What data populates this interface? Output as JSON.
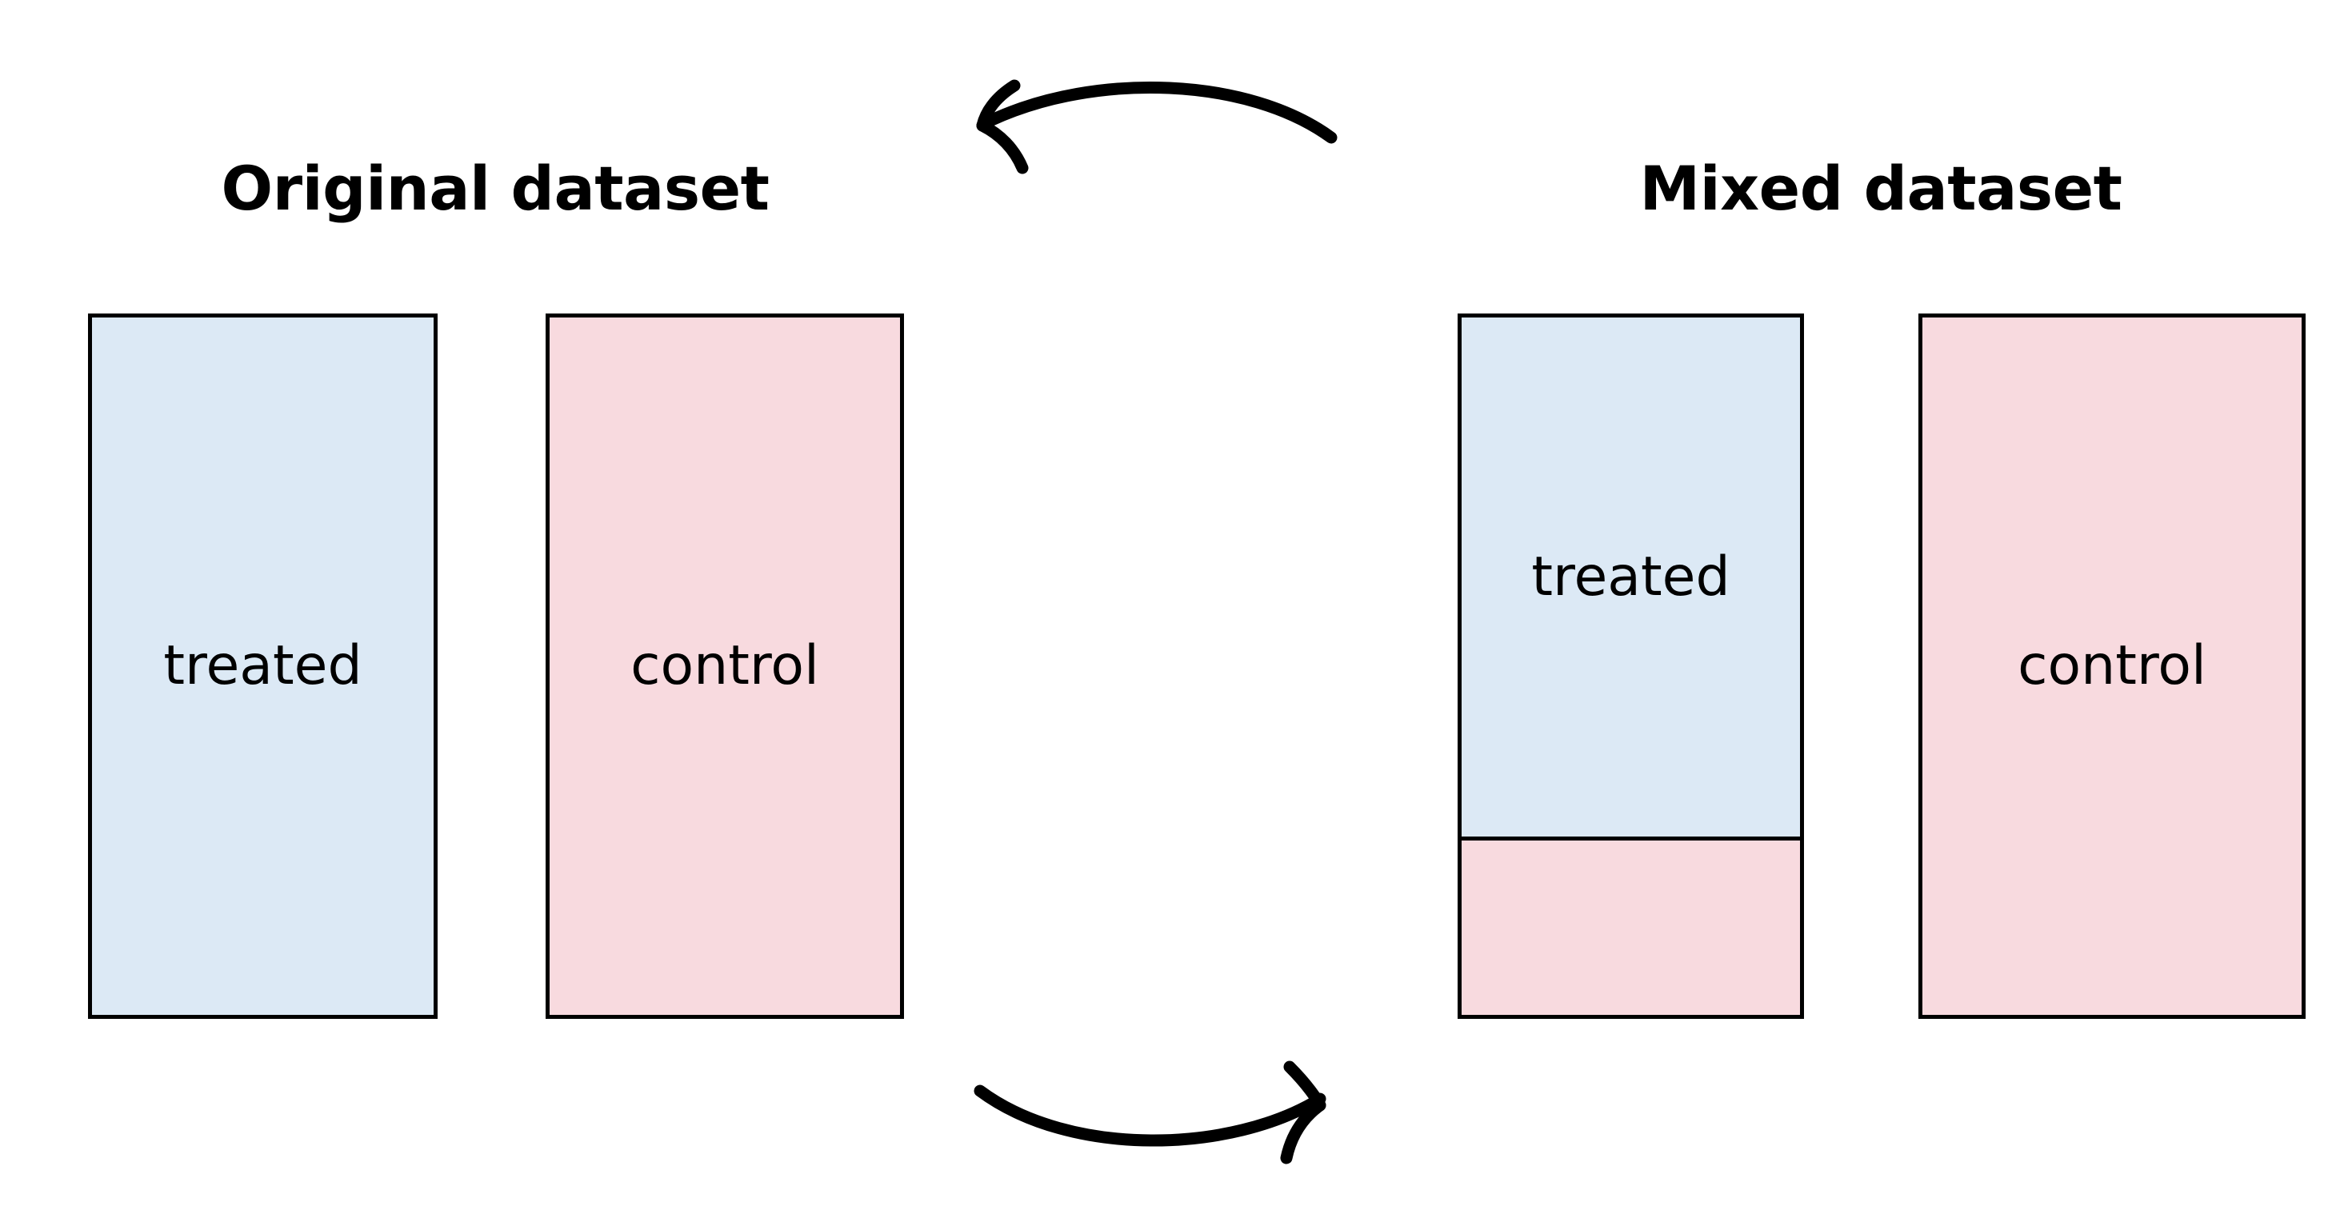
{
  "figure": {
    "kind": "dataset-mixing-diagram",
    "background_color": "#ffffff",
    "outline_color": "#000000"
  },
  "colors": {
    "treated_fill": "#dce9f5",
    "control_fill": "#f8dadf",
    "outline": "#000000",
    "text": "#000000"
  },
  "panels": {
    "original": {
      "title": "Original dataset",
      "boxes": [
        {
          "label": "treated",
          "group": "treated",
          "fill": "#dce9f5"
        },
        {
          "label": "control",
          "group": "control",
          "fill": "#f8dadf"
        }
      ]
    },
    "mixed": {
      "title": "Mixed dataset",
      "boxes": [
        {
          "label": "treated",
          "group": "treated",
          "fill": "#dce9f5",
          "contaminated_fill": "#f8dadf",
          "treated_fraction_pct": 75,
          "contaminated_fraction_pct": 25
        },
        {
          "label": "control",
          "group": "control",
          "fill": "#f8dadf"
        }
      ]
    }
  },
  "arrows": [
    {
      "name": "arrow-top-right-to-left",
      "direction": "right-to-left",
      "label": "",
      "head": "left"
    },
    {
      "name": "arrow-bottom-left-to-right",
      "direction": "left-to-right",
      "label": "",
      "head": "right"
    }
  ],
  "chart_data": {
    "type": "bar",
    "title": "",
    "xlabel": "",
    "ylabel": "",
    "grid": false,
    "legend": "none",
    "ylim": [
      0,
      100
    ],
    "categories": [
      "Original / treated",
      "Original / control",
      "Mixed / treated",
      "Mixed / control"
    ],
    "series": [
      {
        "name": "treated",
        "values": [
          100,
          0,
          75,
          0
        ]
      },
      {
        "name": "control",
        "values": [
          0,
          100,
          25,
          100
        ]
      }
    ],
    "annotations": [
      "Original dataset",
      "Mixed dataset",
      "treated",
      "control",
      "treated",
      "control"
    ]
  }
}
